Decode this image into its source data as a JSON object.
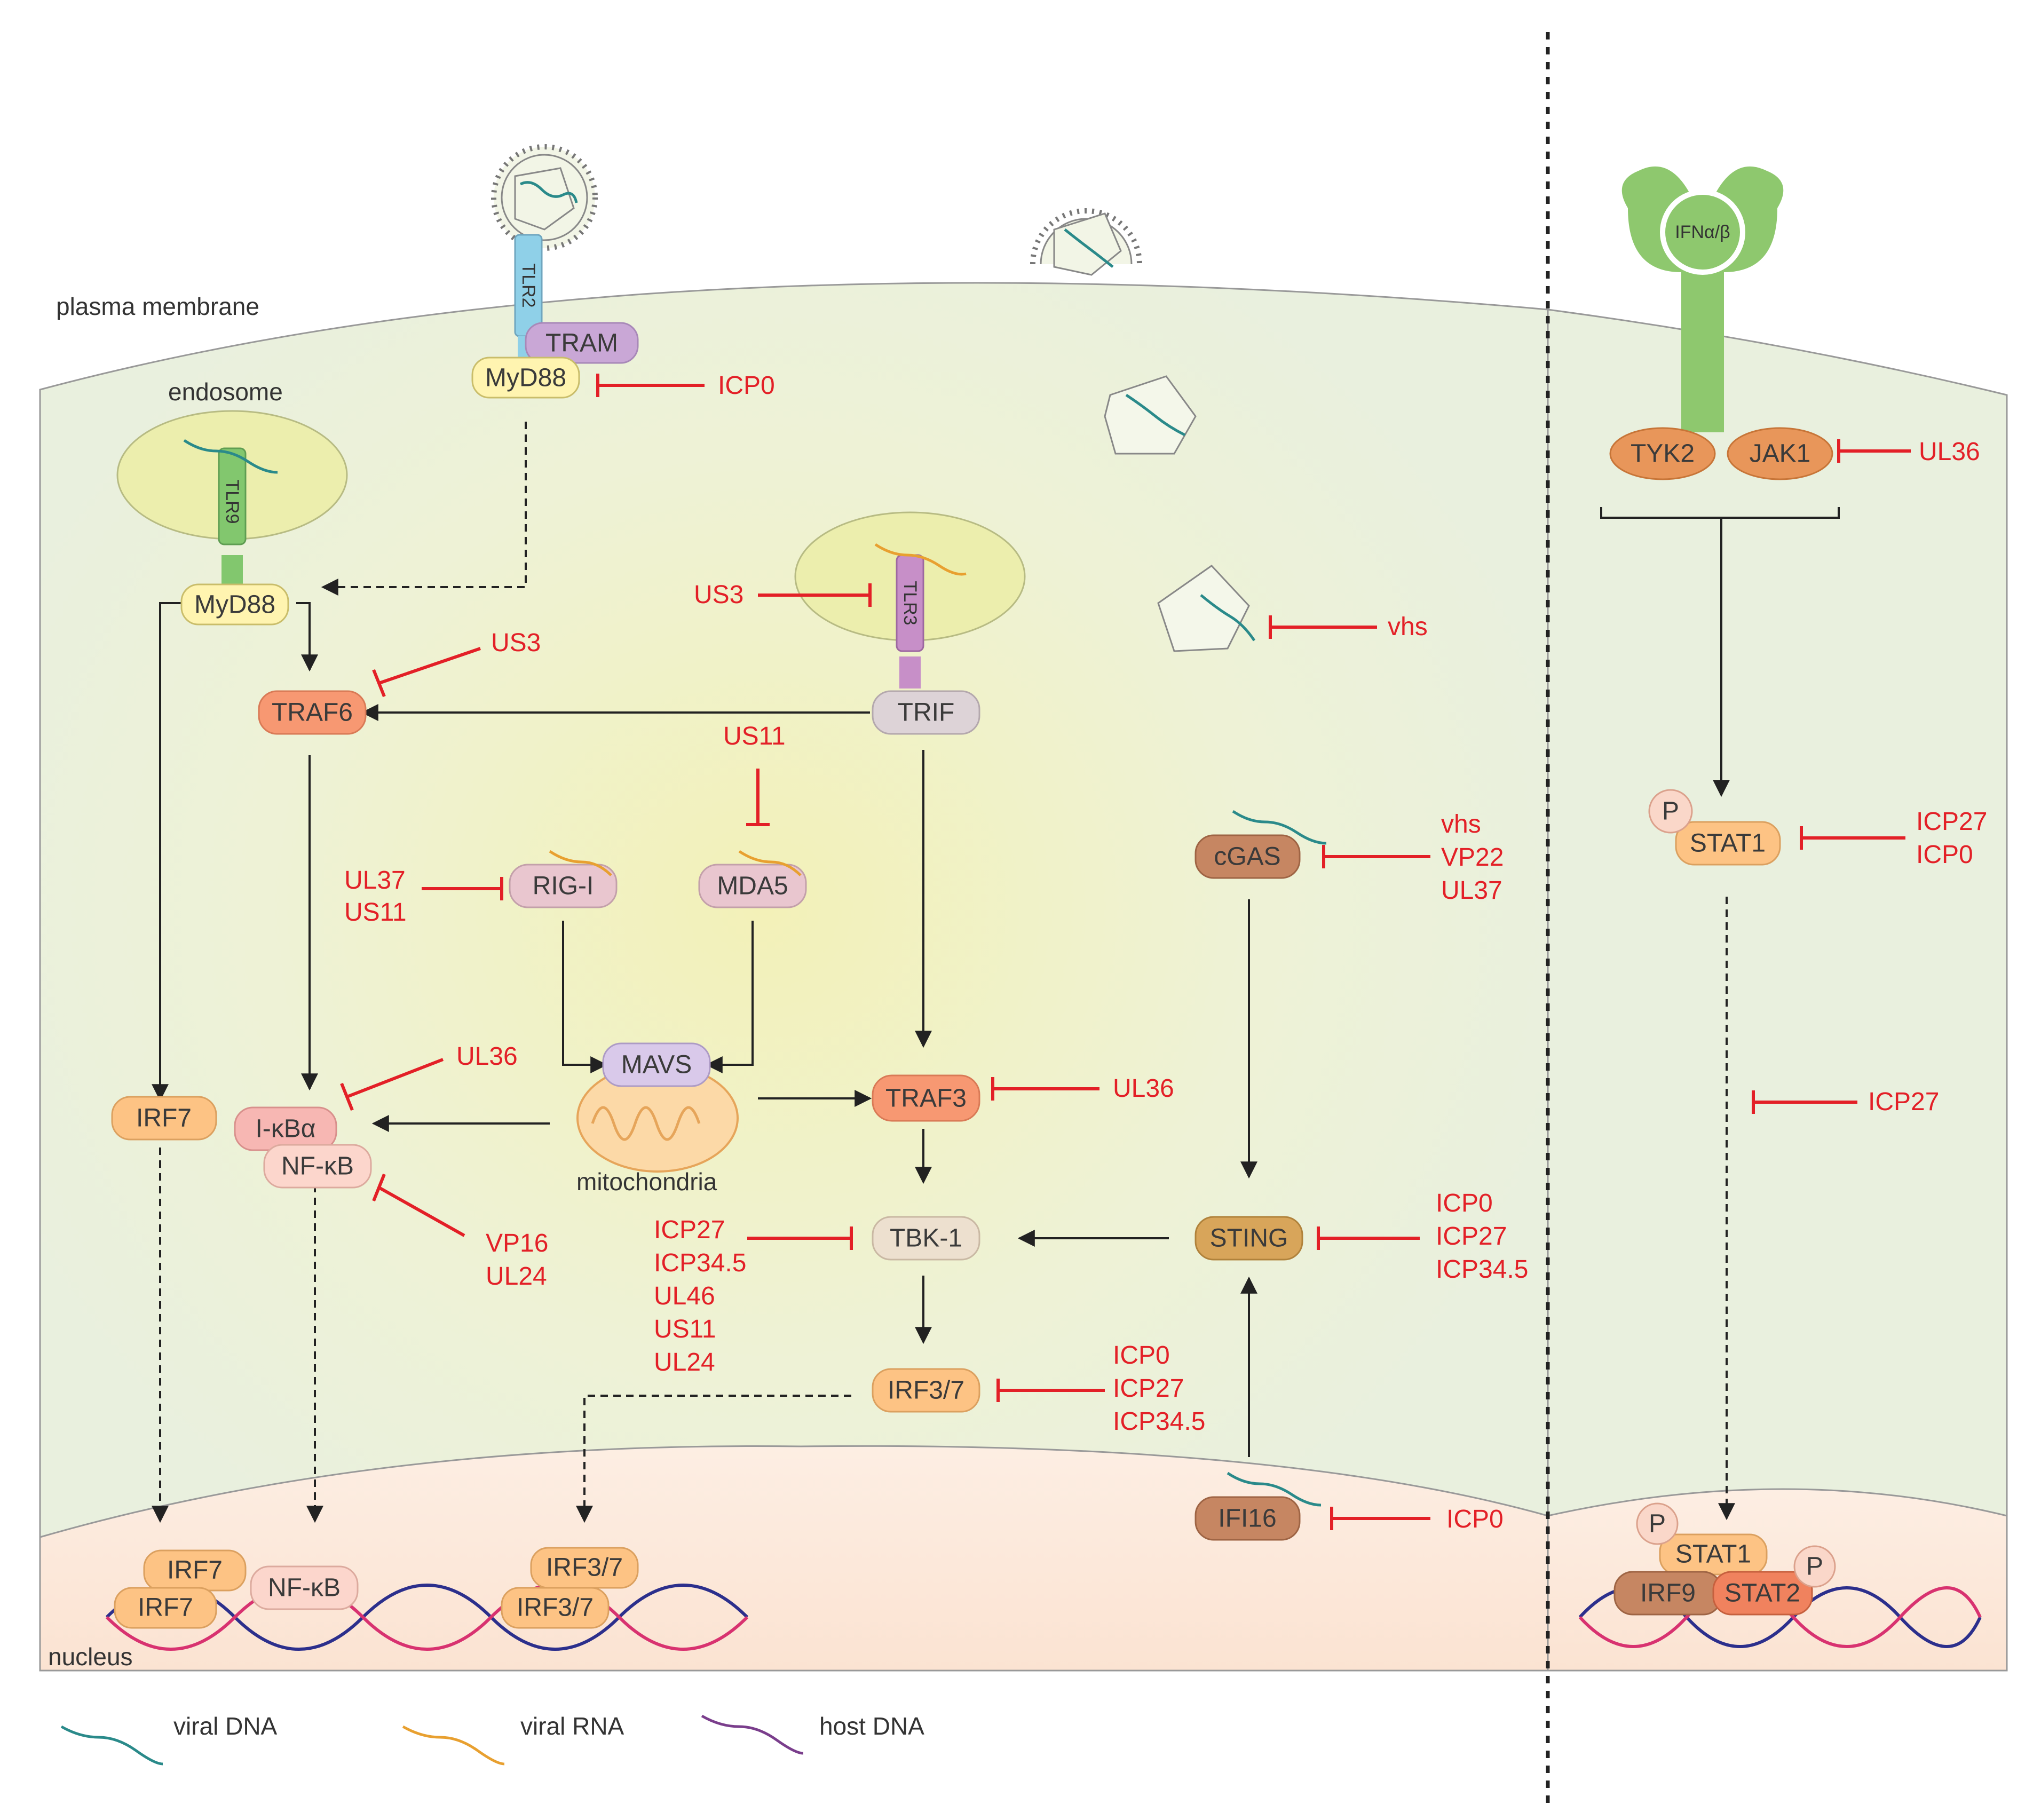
{
  "labels": {
    "plasma_membrane": "plasma membrane",
    "endosome": "endosome",
    "mitochondria": "mitochondria",
    "nucleus": "nucleus",
    "ifn": "IFNα/β"
  },
  "receptors": {
    "tlr2": "TLR2",
    "tlr9": "TLR9",
    "tlr3": "TLR3"
  },
  "nodes": {
    "tram": "TRAM",
    "myd88_top": "MyD88",
    "myd88_endo": "MyD88",
    "traf6": "TRAF6",
    "trif": "TRIF",
    "rig_i": "RIG-I",
    "mda5": "MDA5",
    "mavs": "MAVS",
    "traf3": "TRAF3",
    "irf7": "IRF7",
    "ikba": "I-κBα",
    "nfkb": "NF-κB",
    "tbk1": "TBK-1",
    "irf37": "IRF3/7",
    "cgas": "cGAS",
    "sting": "STING",
    "ifi16": "IFI16",
    "tyk2": "TYK2",
    "jak1": "JAK1",
    "p": "P",
    "stat1": "STAT1",
    "irf9": "IRF9",
    "stat2": "STAT2",
    "nuc_irf7_a": "IRF7",
    "nuc_irf7_b": "IRF7",
    "nuc_nfkb": "NF-κB",
    "nuc_irf37_a": "IRF3/7",
    "nuc_irf37_b": "IRF3/7"
  },
  "inhibitors": {
    "myd88_top": [
      "ICP0"
    ],
    "traf6": [
      "US3"
    ],
    "tlr3": [
      "US3"
    ],
    "virus": [
      "vhs"
    ],
    "mda5": [
      "US11"
    ],
    "rig_i": [
      "UL37",
      "US11"
    ],
    "cgas": [
      "vhs",
      "VP22",
      "UL37"
    ],
    "ikba": [
      "UL36"
    ],
    "nfkb": [
      "VP16",
      "UL24"
    ],
    "traf3": [
      "UL36"
    ],
    "tbk1": [
      "ICP27",
      "ICP34.5",
      "UL46",
      "US11",
      "UL24"
    ],
    "sting": [
      "ICP0",
      "ICP27",
      "ICP34.5"
    ],
    "irf37": [
      "ICP0",
      "ICP27",
      "ICP34.5"
    ],
    "ifi16": [
      "ICP0"
    ],
    "jak1": [
      "UL36"
    ],
    "stat1": [
      "ICP27",
      "ICP0"
    ],
    "stat_transport": [
      "ICP27"
    ]
  },
  "legend": [
    {
      "label": "viral DNA"
    },
    {
      "label": "viral RNA"
    },
    {
      "label": "host DNA"
    }
  ],
  "colors": {
    "inhibition": "#e32027",
    "cell": "#eef3dc",
    "nucleus": "#fbe8d8"
  }
}
